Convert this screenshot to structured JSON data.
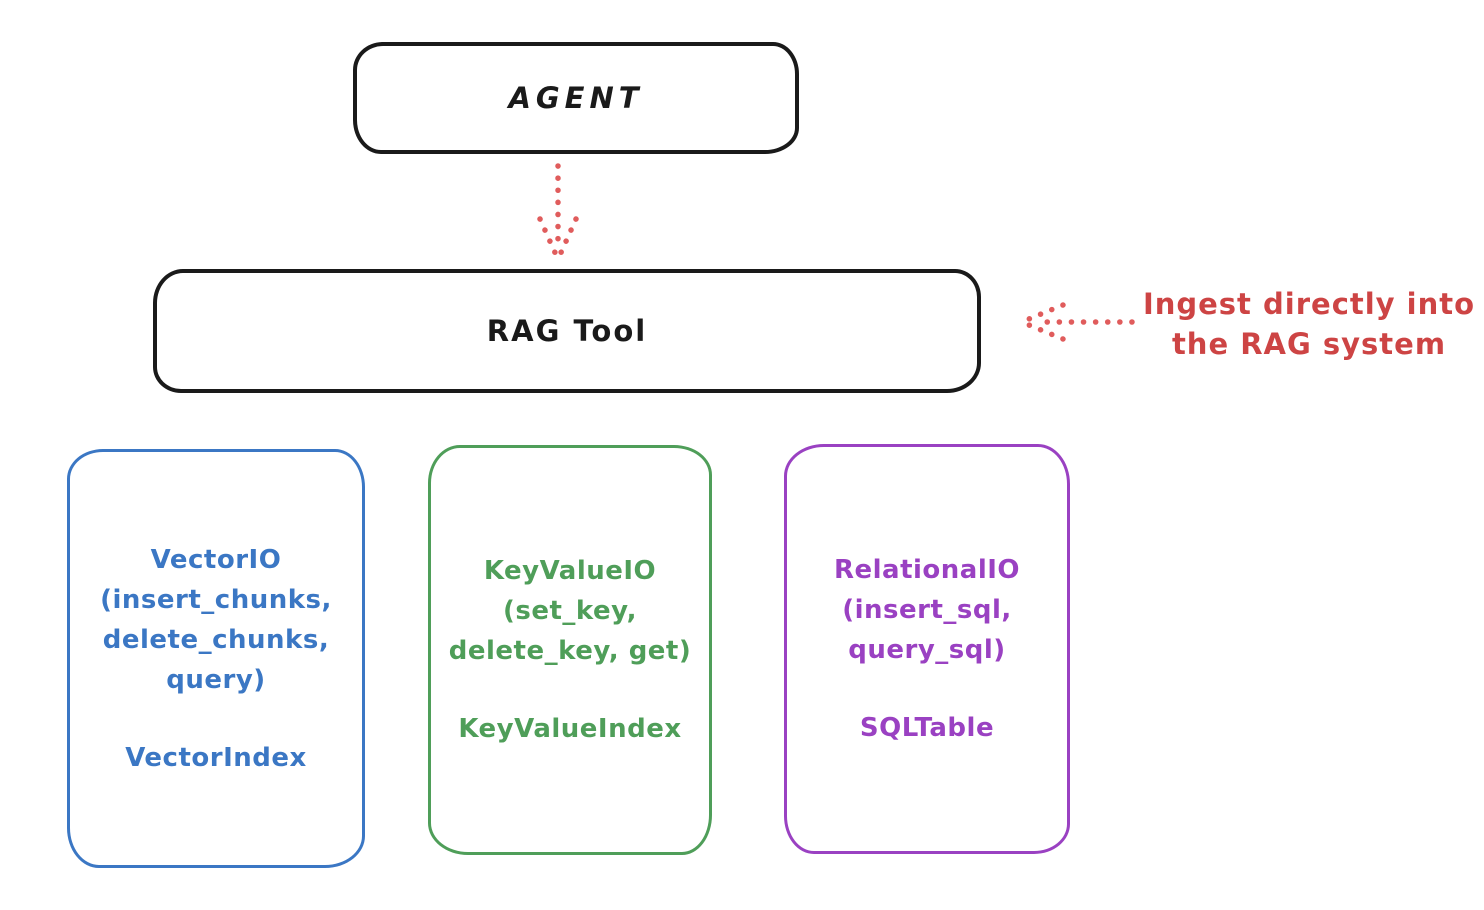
{
  "agent_box": {
    "label": "AGENT"
  },
  "rag_box": {
    "label": "RAG Tool"
  },
  "annotation": {
    "line1": "Ingest directly into",
    "line2": "the RAG system"
  },
  "io_boxes": [
    {
      "id": "vector-io",
      "color": "#3b77c4",
      "lines": [
        "VectorIO",
        "(insert_chunks,",
        "delete_chunks,",
        "query)"
      ],
      "index_label": "VectorIndex"
    },
    {
      "id": "keyvalue-io",
      "color": "#4f9e59",
      "lines": [
        "KeyValueIO",
        "(set_key,",
        "delete_key, get)"
      ],
      "index_label": "KeyValueIndex"
    },
    {
      "id": "relational-io",
      "color": "#9a41c2",
      "lines": [
        "RelationalIO",
        "(insert_sql,",
        "query_sql)"
      ],
      "index_label": "SQLTable"
    }
  ],
  "colors": {
    "outline": "#1a1a1a",
    "arrow_red": "#e05c5c",
    "annotation_red": "#cd4444"
  }
}
